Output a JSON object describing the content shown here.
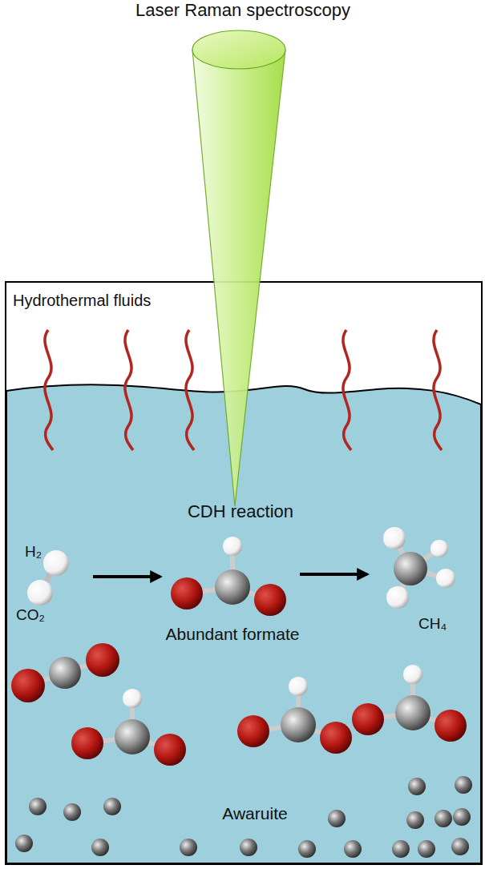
{
  "diagram": {
    "title": "Laser Raman spectroscopy",
    "labels": [
      "Hydrothermal fluids",
      "CDH reaction",
      "H₂",
      "CO₂",
      "Abundant formate",
      "CH₄",
      "Awaruite"
    ]
  }
}
